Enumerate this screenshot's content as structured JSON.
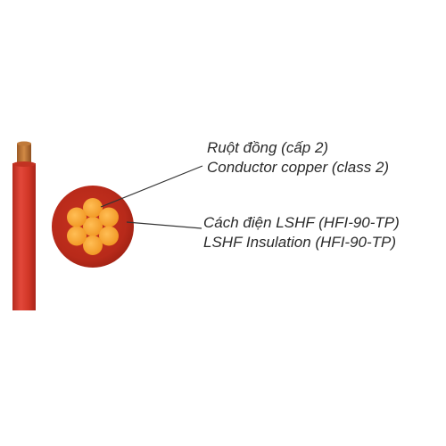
{
  "labels": {
    "conductor": {
      "line1": "Ruột đồng (cấp 2)",
      "line2": "Conductor copper (class 2)"
    },
    "insulation": {
      "line1": "Cách điện LSHF (HFI-90-TP)",
      "line2": "LSHF Insulation (HFI-90-TP)"
    }
  },
  "colors": {
    "insulation": "#d93a2b",
    "copper": "#f5a233",
    "leader_line": "#333333",
    "text": "#2a2a2a"
  }
}
